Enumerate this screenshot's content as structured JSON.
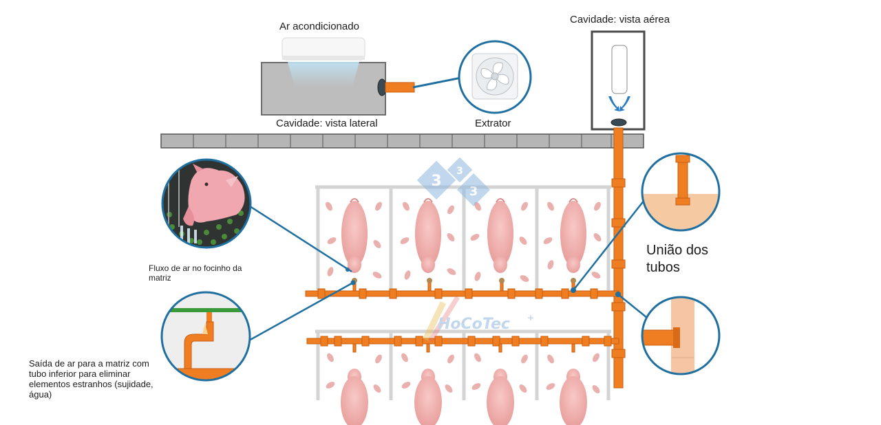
{
  "labels": {
    "ac": "Ar acondicionado",
    "side_view": "Cavidade: vista lateral",
    "extractor": "Extrator",
    "top_view": "Cavidade: vista aérea",
    "pipe_union": "União dos tubos",
    "snout_airflow": "Fluxo de ar no focinho da matriz",
    "air_outlet": "Saída de ar para a matriz com tubo inferior para eliminar elementos estranhos (sujidade, água)"
  },
  "watermark": {
    "brand": "HoCoTec",
    "sup": "+",
    "digits": [
      "3",
      "3",
      "3"
    ]
  },
  "colors": {
    "pipe": "#ef7d22",
    "pipe_dark": "#c85f10",
    "callout": "#1f6fa0",
    "wall": "#c7c7c7",
    "pig": "#f2b4b4"
  }
}
